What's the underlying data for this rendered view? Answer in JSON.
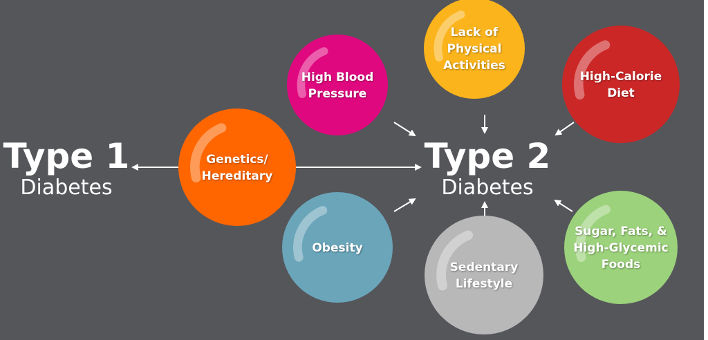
{
  "type1": {
    "title": "Type 1",
    "subtitle": "Diabetes"
  },
  "type2": {
    "title": "Type 2",
    "subtitle": "Diabetes"
  },
  "factors": [
    {
      "id": "high-blood-pressure",
      "lines": [
        "High Blood",
        "Pressure"
      ],
      "color": "#e0087f"
    },
    {
      "id": "lack-of-physical-activities",
      "lines": [
        "Lack of",
        "Physical",
        "Activities"
      ],
      "color": "#fbb41c"
    },
    {
      "id": "high-calorie-diet",
      "lines": [
        "High-Calorie",
        "Diet"
      ],
      "color": "#cc2727"
    },
    {
      "id": "genetics-hereditary",
      "lines": [
        "Genetics/",
        "Hereditary"
      ],
      "color": "#ff6600"
    },
    {
      "id": "obesity",
      "lines": [
        "Obesity"
      ],
      "color": "#6aa5ba"
    },
    {
      "id": "sedentary-lifestyle",
      "lines": [
        "Sedentary",
        "Lifestyle"
      ],
      "color": "#b8b8b8"
    },
    {
      "id": "sugar-fats-high-glycemic-foods",
      "lines": [
        "Sugar, Fats, &",
        "High-Glycemic",
        "Foods"
      ],
      "color": "#9cd27b"
    }
  ]
}
